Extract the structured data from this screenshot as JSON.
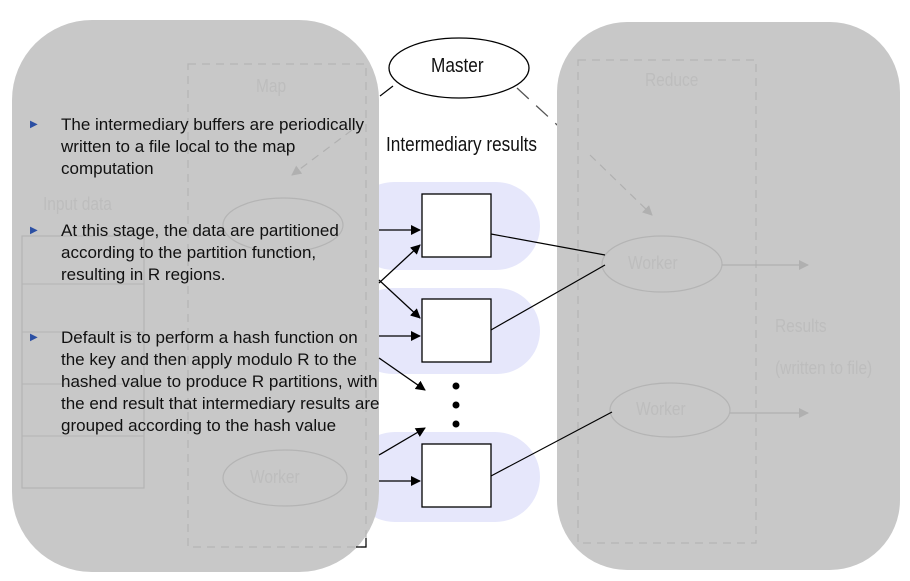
{
  "labels": {
    "master": "Master",
    "map": "Map",
    "reduce": "Reduce",
    "input_data": "Input data",
    "intermediary_results": "Intermediary results",
    "results": "Results",
    "written_to_file": "(written to file)",
    "worker": "Worker",
    "ellipsis": "•"
  },
  "bullets": [
    {
      "text": "The intermediary buffers are periodically written to a file local to the map computation"
    },
    {
      "text": "At this stage, the data are partitioned according to the partition function, resulting in R regions."
    },
    {
      "text": "Default is to perform a hash function on the key and then apply modulo R to the hashed value to produce R partitions, with the end result that intermediary results are grouped according to the hash value"
    }
  ],
  "colors": {
    "overlay": "#c8c8c8",
    "partition_band": "#e6e7fb",
    "bullet_marker": "#2b4fa3",
    "faded": "#bdbdbd"
  }
}
